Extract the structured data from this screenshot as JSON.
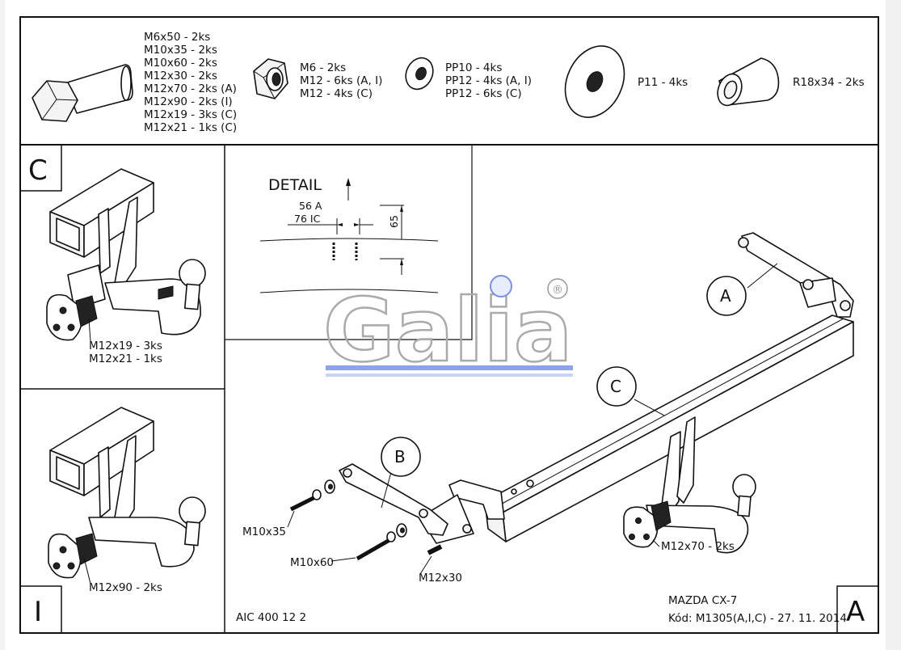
{
  "hardware": {
    "bolt_list": [
      "M6x50 - 2ks",
      "M10x35 - 2ks",
      "M10x60 - 2ks",
      "M12x30 - 2ks",
      "M12x70 - 2ks (A)",
      "M12x90 - 2ks (I)",
      "M12x19 - 3ks (C)",
      "M12x21 - 1ks (C)"
    ],
    "nut_list": [
      "M6 - 2ks",
      "M12 - 6ks (A, I)",
      "M12 - 4ks (C)"
    ],
    "washer_list": [
      "PP10 - 4ks",
      "PP12 - 4ks (A, I)",
      "PP12 - 6ks (C)"
    ],
    "large_washer_label": "P11 - 4ks",
    "spacer_label": "R18x34 - 2ks"
  },
  "panel_c": {
    "letter": "C",
    "bolt_labels": [
      "M12x19 - 3ks",
      "M12x21 - 1ks"
    ]
  },
  "panel_i": {
    "letter": "I",
    "bolt_label": "M12x90 - 2ks"
  },
  "detail": {
    "title": "DETAIL",
    "dim_a": "56 A",
    "dim_ic": "76 IC",
    "dim_height": "65"
  },
  "main": {
    "callout_a": "A",
    "callout_b": "B",
    "callout_c": "C",
    "label_m10x35": "M10x35",
    "label_m10x60": "M10x60",
    "label_m12x30": "M12x30",
    "label_m12x70": "M12x70 - 2ks"
  },
  "logo": {
    "text": "Galia",
    "mark": "®"
  },
  "footer": {
    "code": "AIC 400 12 2",
    "vehicle": "MAZDA CX-7",
    "kod": "Kód: M1305(A,I,C) - 27. 11. 2014",
    "corner_letter": "A"
  }
}
